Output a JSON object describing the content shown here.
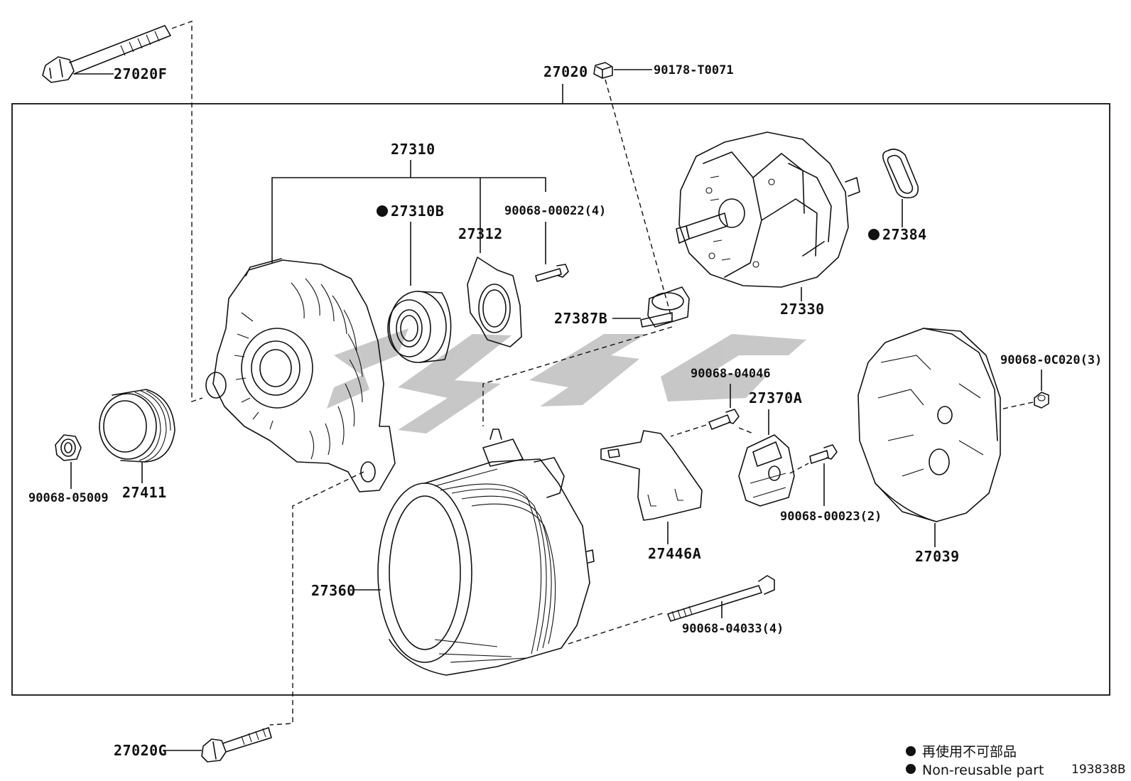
{
  "diagram": {
    "parts": {
      "bolt_top": "27020F",
      "assembly": "27020",
      "nut_top": "90178-T0071",
      "brush_holder_set": "27310",
      "bearing": "27310B",
      "retainer": "27312",
      "screw_retainer": "90068-00022(4)",
      "rotor": "27330",
      "ring": "27384",
      "insulator": "27387B",
      "screw_regulator": "90068-04046",
      "regulator": "27370A",
      "screw_rectifier": "90068-00023(2)",
      "rear_cover": "27039",
      "nut_cover": "90068-0C020(3)",
      "plate": "27446A",
      "pulley_nut": "90068-05009",
      "pulley": "27411",
      "stator_frame": "27360",
      "through_bolt": "90068-04033(4)",
      "bolt_bottom": "27020G"
    },
    "non_reusable": [
      "27310B",
      "27384"
    ],
    "legend": {
      "japanese": "再使用不可部品",
      "english": "Non-reusable part"
    },
    "illustration_code": "193838B"
  }
}
